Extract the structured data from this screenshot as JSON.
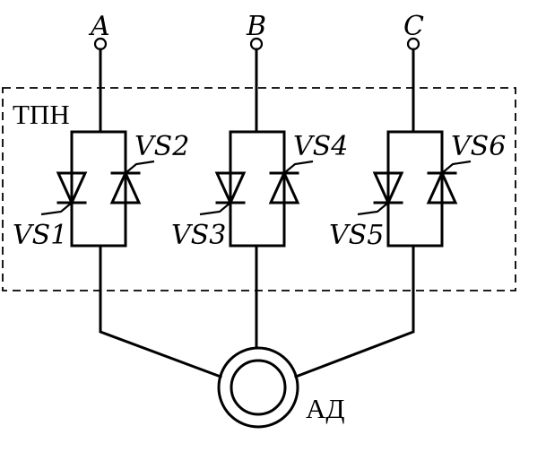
{
  "diagram": {
    "phases": [
      {
        "label": "A",
        "thyristors": [
          "VS1",
          "VS2"
        ]
      },
      {
        "label": "B",
        "thyristors": [
          "VS3",
          "VS4"
        ]
      },
      {
        "label": "C",
        "thyristors": [
          "VS5",
          "VS6"
        ]
      }
    ],
    "regulator_label": "ТПН",
    "motor_label": "АД"
  }
}
